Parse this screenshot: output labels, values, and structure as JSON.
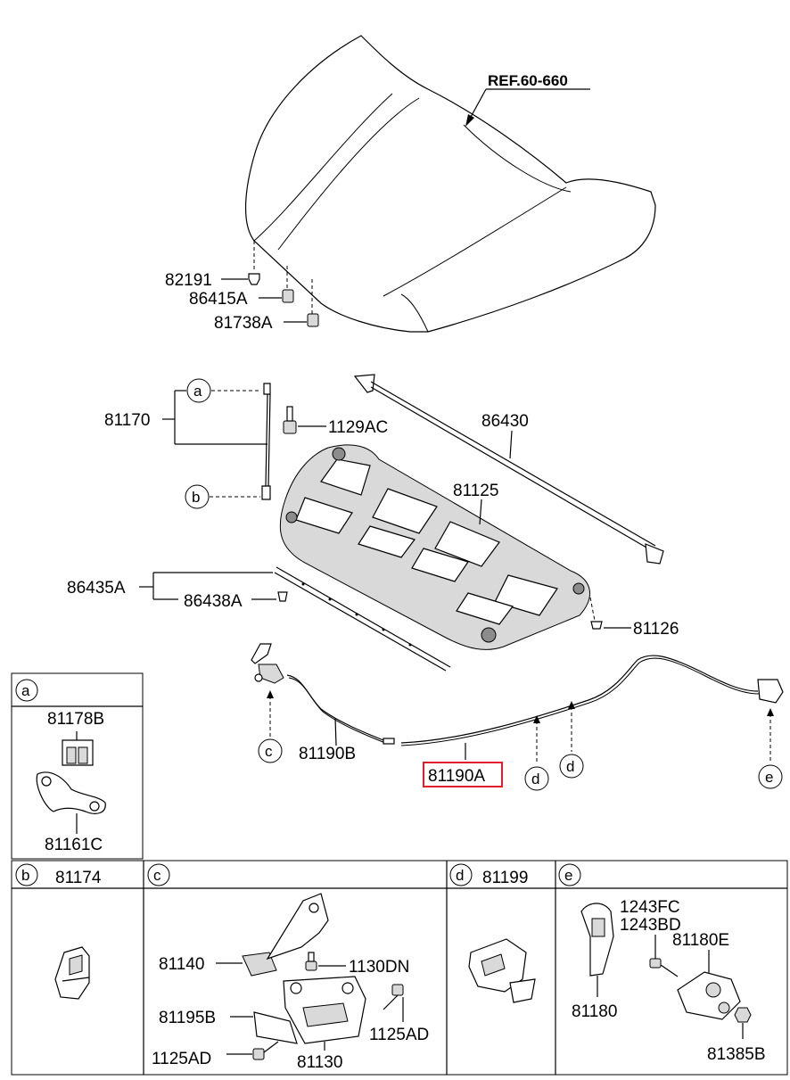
{
  "labels": {
    "ref": "REF.60-660",
    "p82191": "82191",
    "p86415A": "86415A",
    "p81738A": "81738A",
    "p81170": "81170",
    "p1129AC": "1129AC",
    "p86430": "86430",
    "p81125": "81125",
    "p86435A": "86435A",
    "p86438A": "86438A",
    "p81126": "81126",
    "p81190B": "81190B",
    "p81190A": "81190A",
    "a_81178B": "81178B",
    "a_81161C": "81161C",
    "b_81174": "81174",
    "c_81140": "81140",
    "c_1130DN": "1130DN",
    "c_81195B": "81195B",
    "c_1125AD_right": "1125AD",
    "c_1125AD_left": "1125AD",
    "c_81130": "81130",
    "d_81199": "81199",
    "e_1243FC": "1243FC",
    "e_1243BD": "1243BD",
    "e_81180E": "81180E",
    "e_81180": "81180",
    "e_81385B": "81385B"
  },
  "callouts": {
    "a": "a",
    "b": "b",
    "c": "c",
    "d": "d",
    "e": "e"
  },
  "highlight_color": "#e0202a"
}
